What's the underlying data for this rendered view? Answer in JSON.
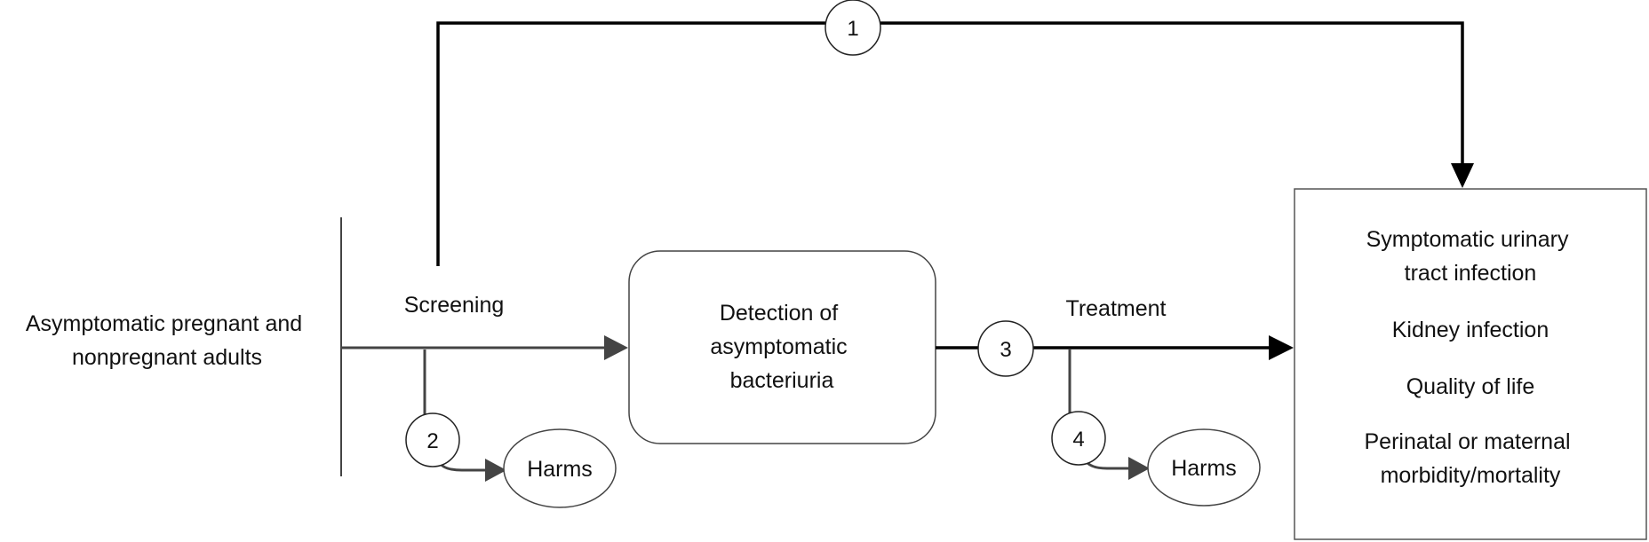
{
  "population": {
    "line1": "Asymptomatic pregnant and",
    "line2": "nonpregnant adults"
  },
  "screening_label": "Screening",
  "treatment_label": "Treatment",
  "detection_box": {
    "line1": "Detection of",
    "line2": "asymptomatic",
    "line3": "bacteriuria"
  },
  "harms_1": "Harms",
  "harms_2": "Harms",
  "key_questions": {
    "kq1": "1",
    "kq2": "2",
    "kq3": "3",
    "kq4": "4"
  },
  "outcomes": {
    "o1_line1": "Symptomatic urinary",
    "o1_line2": "tract infection",
    "o2": "Kidney infection",
    "o3": "Quality of life",
    "o4_line1": "Perinatal or maternal",
    "o4_line2": "morbidity/mortality"
  },
  "colors": {
    "line": "#000000",
    "gray_line": "#444444",
    "box_stroke": "#555555"
  }
}
